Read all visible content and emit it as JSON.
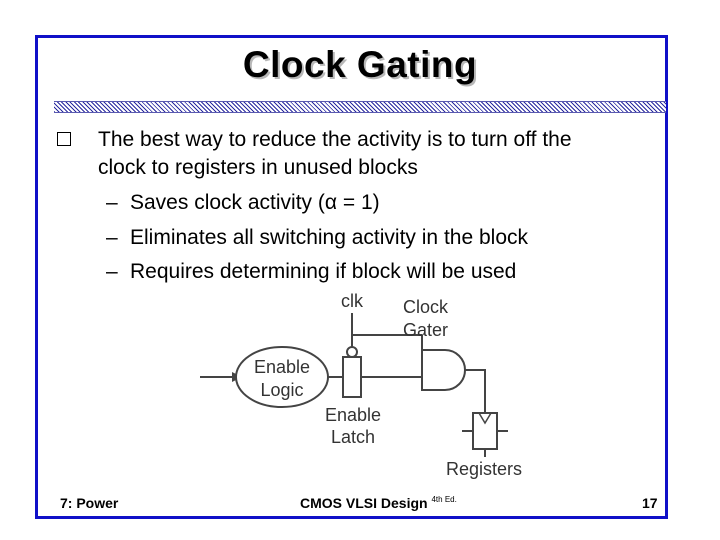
{
  "slide": {
    "title": "Clock Gating",
    "bullet_main_line1": "The best way to reduce the activity is to turn off the",
    "bullet_main_line2": "clock to registers in unused blocks",
    "sub_bullets": [
      {
        "dash": "–",
        "text": "Saves clock activity (α = 1)"
      },
      {
        "dash": "–",
        "text": "Eliminates all switching activity in the block"
      },
      {
        "dash": "–",
        "text": "Requires determining if block will be used"
      }
    ]
  },
  "diagram": {
    "clk_label": "clk",
    "gater_label_line1": "Clock",
    "gater_label_line2": "Gater",
    "logic_label_line1": "Enable",
    "logic_label_line2": "Logic",
    "latch_label_line1": "Enable",
    "latch_label_line2": "Latch",
    "registers_label": "Registers"
  },
  "footer": {
    "left": "7: Power",
    "center": "CMOS VLSI Design",
    "center_sup": "4th Ed.",
    "page": "17"
  },
  "colors": {
    "frame": "#1010c8",
    "rule": "#2a2aa0"
  }
}
